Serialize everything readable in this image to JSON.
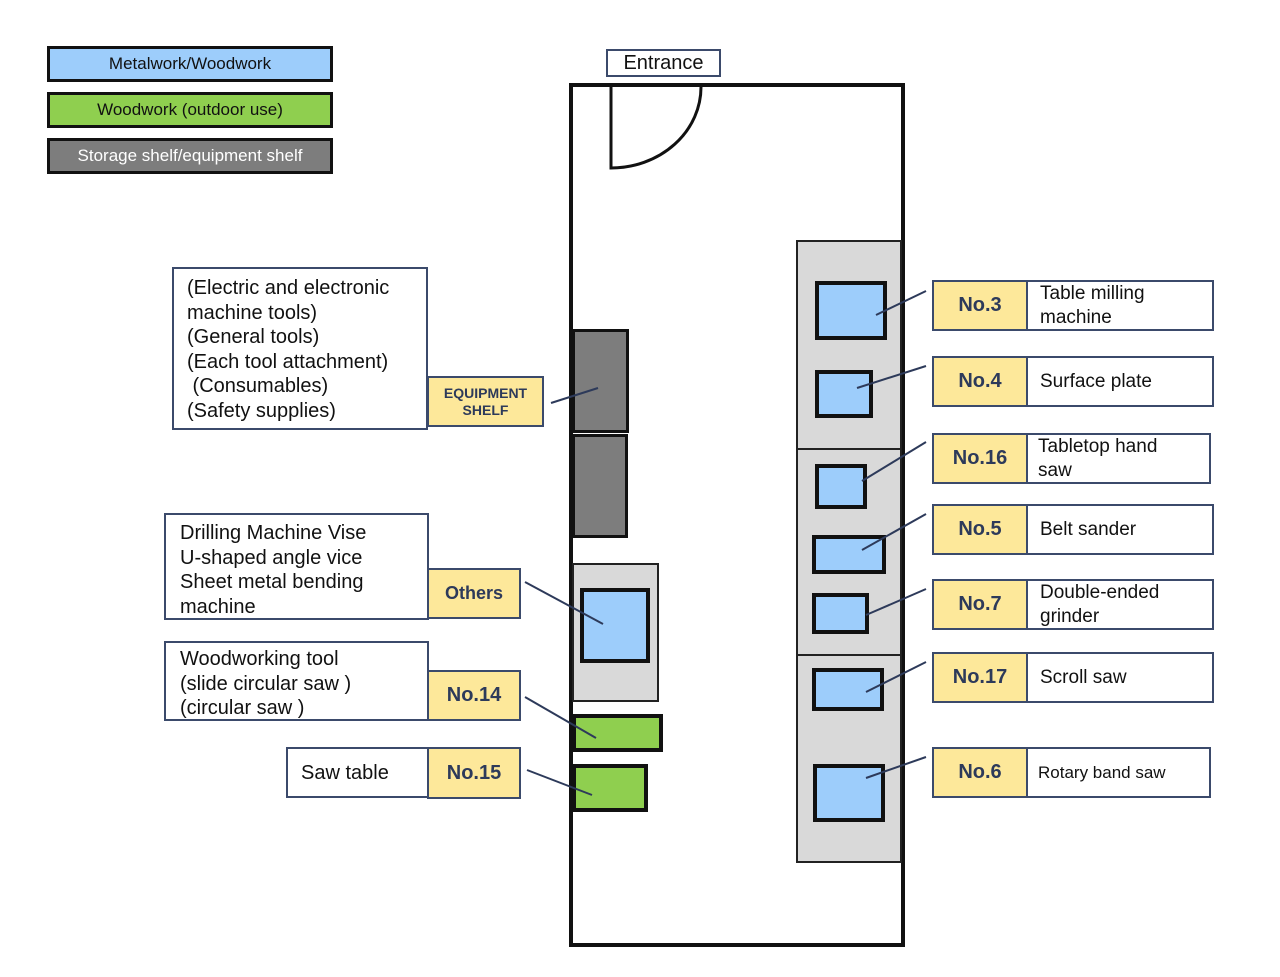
{
  "legend": [
    {
      "label": "Metalwork/Woodwork",
      "color": "#9dcdfb",
      "text_color": "#111111"
    },
    {
      "label": "Woodwork (outdoor use)",
      "color": "#8fcf4f",
      "text_color": "#111111"
    },
    {
      "label": "Storage shelf/equipment shelf",
      "color": "#7d7d7d",
      "text_color": "#ffffff"
    }
  ],
  "entrance": {
    "label": "Entrance"
  },
  "left_callouts": {
    "equipment_shelf": {
      "tag": "EQUIPMENT SHELF",
      "lines": [
        "(Electric and electronic",
        "machine tools)",
        "(General tools)",
        "(Each tool attachment)",
        " (Consumables)",
        "(Safety supplies)"
      ]
    },
    "others": {
      "tag": "Others",
      "lines": [
        "Drilling Machine Vise",
        "U-shaped angle vice",
        "Sheet metal bending",
        "machine"
      ]
    },
    "no14": {
      "tag": "No.14",
      "lines": [
        "Woodworking tool",
        "(slide circular saw )",
        "(circular saw )"
      ]
    },
    "no15": {
      "tag": "No.15",
      "label": "Saw table"
    }
  },
  "right_callouts": [
    {
      "tag": "No.3",
      "label": "Table milling machine"
    },
    {
      "tag": "No.4",
      "label": "Surface plate"
    },
    {
      "tag": "No.16",
      "label": "Tabletop hand saw"
    },
    {
      "tag": "No.5",
      "label": "Belt sander"
    },
    {
      "tag": "No.7",
      "label": "Double-ended grinder"
    },
    {
      "tag": "No.17",
      "label": "Scroll saw"
    },
    {
      "tag": "No.6",
      "label": "Rotary band saw"
    }
  ],
  "colors": {
    "metalwork": "#9dcdfb",
    "woodwork_outdoor": "#8fcf4f",
    "shelf": "#7d7d7d",
    "tag_fill": "#fde89a",
    "outline": "#3b4a6b",
    "bench": "#d9d9d9"
  }
}
